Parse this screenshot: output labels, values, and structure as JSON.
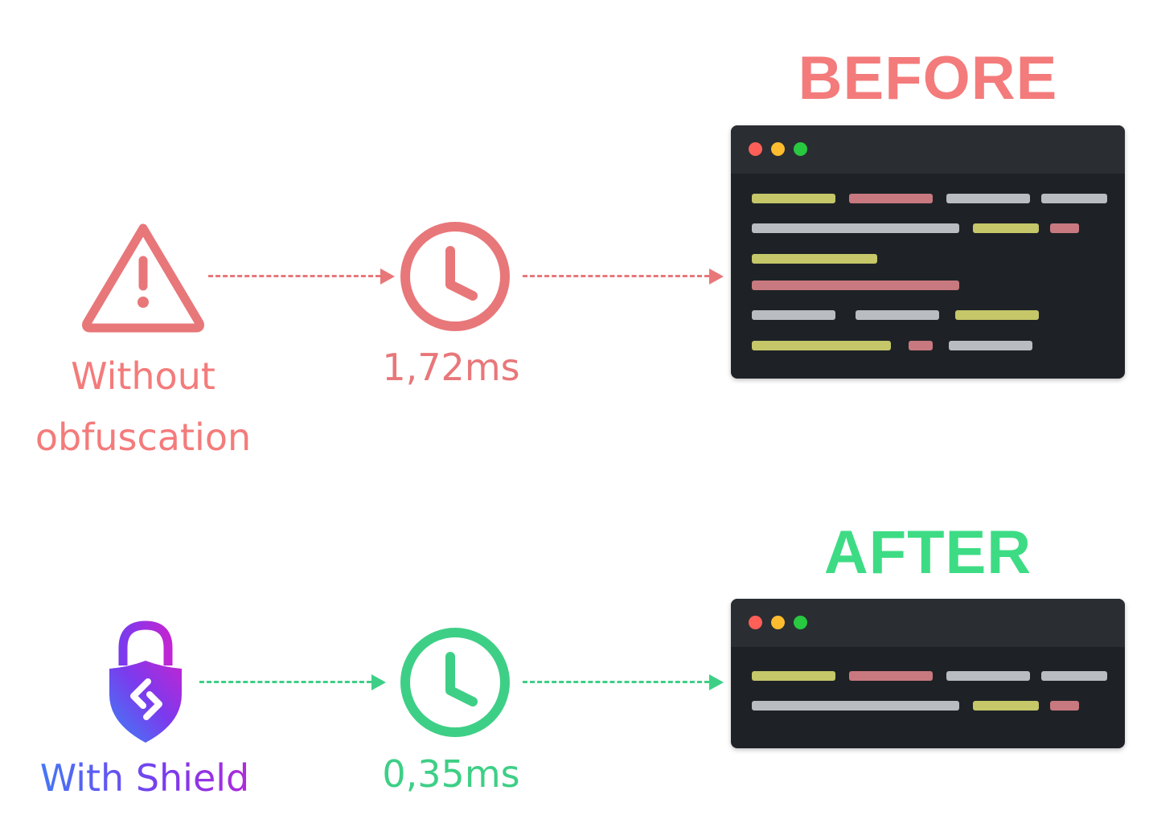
{
  "colors": {
    "before": "#f47b7b",
    "before_icon": "#e8777a",
    "after": "#3ddc84",
    "after_icon": "#3ecf86",
    "code_yellow": "#c5c768",
    "code_red": "#c8797f",
    "code_gray": "#b9bdc2"
  },
  "before": {
    "heading": "BEFORE",
    "label_line1": "Without",
    "label_line2": "obfuscation",
    "time": "1,72ms",
    "icon": "warning-triangle-icon"
  },
  "after": {
    "heading": "AFTER",
    "label": "With Shield",
    "time": "0,35ms",
    "icon": "shield-lock-icon"
  }
}
